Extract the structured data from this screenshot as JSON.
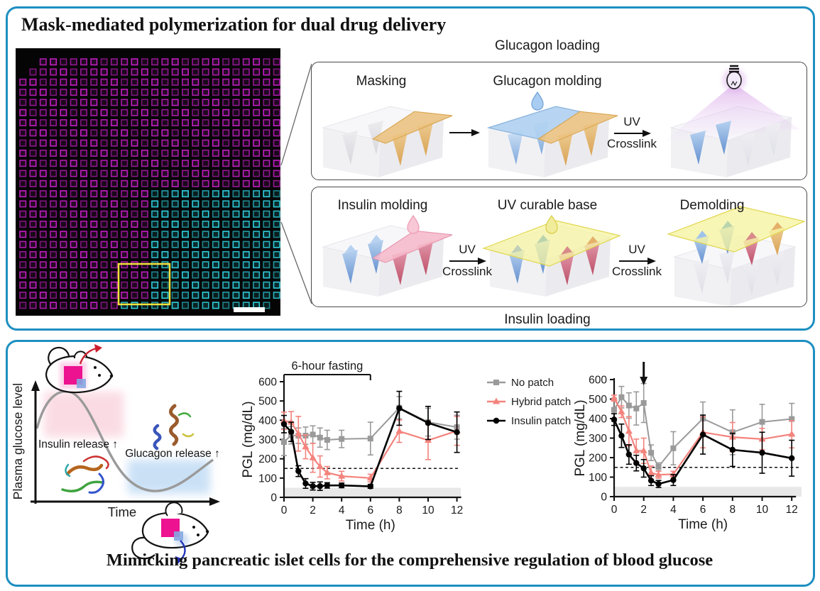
{
  "top_panel": {
    "title": "Mask-mediated polymerization for dual drug delivery",
    "glucagon_loading": "Glucagon loading",
    "insulin_loading": "Insulin loading",
    "labels": {
      "masking": "Masking",
      "glucagon_molding": "Glucagon molding",
      "insulin_molding": "Insulin molding",
      "uv_curable_base": "UV curable base",
      "demolding": "Demolding"
    },
    "uv_arrow": {
      "top": "UV",
      "bottom": "Crosslink"
    },
    "micrograph": {
      "magenta": "#c21fc2",
      "cyan": "#2fd0de",
      "roi_color": "#f3e13c",
      "grid": {
        "cols": 26,
        "rows": 25
      }
    }
  },
  "bottom_panel": {
    "title": "Mimicking pancreatic islet cells for the comprehensive regulation of blood glucose",
    "schematic": {
      "ylabel": "Plasma glucose level",
      "xlabel": "Time",
      "insulin_release": "Insulin release ↑",
      "glucagon_release": "Glucagon release ↑"
    }
  },
  "chart_data": [
    {
      "type": "line",
      "annotation": "6-hour fasting",
      "xlabel": "Time (h)",
      "ylabel": "PGL (mg/dL)",
      "xlim": [
        0,
        12
      ],
      "ylim": [
        0,
        600
      ],
      "xticks": [
        0,
        2,
        4,
        6,
        8,
        10,
        12
      ],
      "yticks": [
        0,
        100,
        200,
        300,
        400,
        500,
        600
      ],
      "dashed_line_y": 150,
      "shaded_band": [
        0,
        50
      ],
      "x": [
        0,
        0.5,
        1,
        1.5,
        2,
        2.5,
        3,
        4,
        6,
        8,
        10,
        12
      ],
      "series": [
        {
          "name": "No patch",
          "color": "#9a9a9a",
          "marker": "square",
          "values": [
            287,
            322,
            320,
            320,
            326,
            310,
            298,
            303,
            305,
            465,
            390,
            364
          ],
          "errors": [
            70,
            45,
            40,
            45,
            45,
            50,
            50,
            45,
            85,
            58,
            72,
            62
          ]
        },
        {
          "name": "Hybrid patch",
          "color": "#f4837d",
          "marker": "triangle",
          "values": [
            397,
            390,
            330,
            262,
            205,
            160,
            128,
            110,
            100,
            343,
            296,
            345
          ],
          "errors": [
            45,
            55,
            90,
            62,
            75,
            55,
            32,
            25,
            20,
            58,
            100,
            75
          ]
        },
        {
          "name": "Insulin patch",
          "color": "#000000",
          "marker": "circle",
          "values": [
            380,
            340,
            136,
            72,
            58,
            58,
            62,
            62,
            57,
            462,
            386,
            338
          ],
          "errors": [
            45,
            50,
            28,
            25,
            20,
            22,
            14,
            12,
            10,
            88,
            86,
            105
          ]
        }
      ]
    },
    {
      "type": "line",
      "arrow_annotation_x": 2,
      "xlabel": "Time (h)",
      "ylabel": "PGL (mg/dL)",
      "xlim": [
        0,
        12
      ],
      "ylim": [
        0,
        600
      ],
      "xticks": [
        0,
        2,
        4,
        6,
        8,
        10,
        12
      ],
      "yticks": [
        0,
        100,
        200,
        300,
        400,
        500,
        600
      ],
      "dashed_line_y": 150,
      "shaded_band": [
        0,
        50
      ],
      "x": [
        0,
        0.5,
        1,
        1.5,
        2,
        2.5,
        3,
        4,
        6,
        8,
        10,
        12
      ],
      "series": [
        {
          "name": "No patch",
          "color": "#9a9a9a",
          "marker": "square",
          "values": [
            445,
            510,
            467,
            452,
            480,
            225,
            153,
            248,
            400,
            330,
            383,
            398
          ],
          "errors": [
            60,
            55,
            65,
            85,
            100,
            40,
            20,
            85,
            85,
            115,
            90,
            80
          ]
        },
        {
          "name": "Hybrid patch",
          "color": "#f4837d",
          "marker": "triangle",
          "values": [
            505,
            435,
            335,
            235,
            235,
            122,
            112,
            115,
            330,
            305,
            295,
            320
          ],
          "errors": [
            15,
            30,
            75,
            60,
            65,
            35,
            18,
            15,
            80,
            75,
            55,
            70
          ]
        },
        {
          "name": "Insulin patch",
          "color": "#000000",
          "marker": "circle",
          "values": [
            395,
            312,
            216,
            172,
            145,
            82,
            65,
            85,
            318,
            240,
            225,
            197
          ],
          "errors": [
            30,
            60,
            50,
            40,
            45,
            25,
            18,
            28,
            100,
            85,
            105,
            92
          ]
        }
      ]
    }
  ]
}
